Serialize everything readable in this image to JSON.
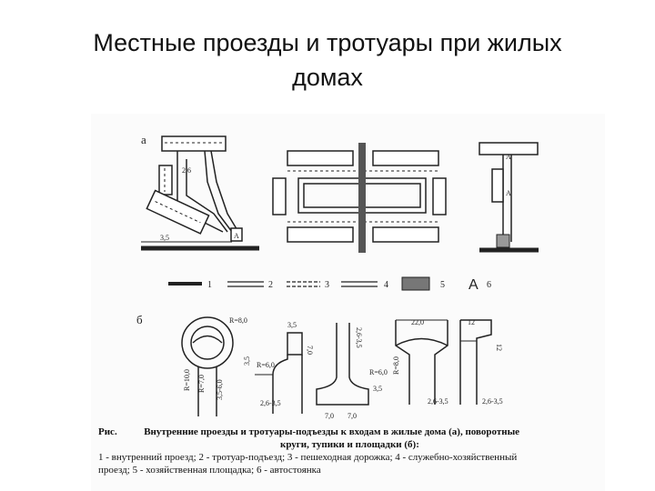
{
  "slide": {
    "title_line1": "Местные проезды и тротуары при жилых",
    "title_line2": "домах"
  },
  "figure": {
    "panel_a_label": "а",
    "panel_b_label": "б",
    "legend": [
      {
        "num": "1"
      },
      {
        "num": "2"
      },
      {
        "num": "3"
      },
      {
        "num": "4"
      },
      {
        "num": "5"
      },
      {
        "num": "6",
        "symbol": "A"
      }
    ],
    "dims_a": [
      "2,6",
      "3,5",
      "A",
      "A",
      "A"
    ],
    "dims_b": [
      "R=8,0",
      "3,5",
      "7,0",
      "R=6,0",
      "3,5",
      "2,6-3,5",
      "R=10,0",
      "R=7,0",
      "3,5-6,0",
      "7,0",
      "2,6-3,5",
      "R=6,0",
      "7,0",
      "3,5",
      "R=8,0",
      "22,0",
      "2,6-3,5",
      "12",
      "12",
      "2,6-3,5"
    ]
  },
  "caption": {
    "prefix": "Рис.",
    "title_1": "Внутренние проезды и тротуары-подъезды к входам в жилые дома (а), поворотные",
    "title_2": "круги, тупики и площадки (б):",
    "line_1": "1 - внутренний проезд; 2 - тротуар-подъезд; 3 - пешеходная дорожка; 4 - служебно-хозяйственный",
    "line_2": "проезд; 5 - хозяйственная площадка; 6 - автостоянка"
  }
}
